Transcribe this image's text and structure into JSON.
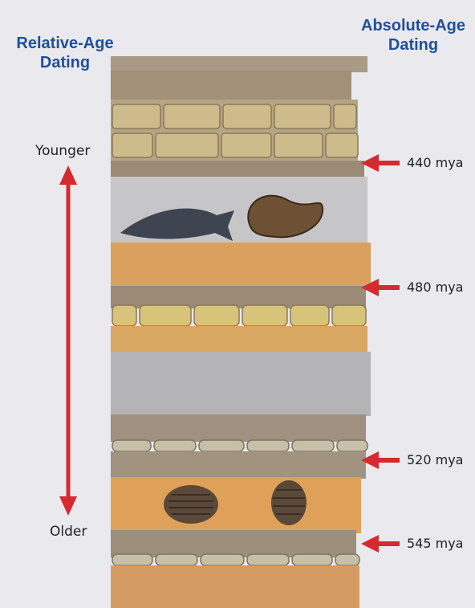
{
  "headings": {
    "relative_line1": "Relative-Age",
    "relative_line2": "Dating",
    "absolute_line1": "Absolute-Age",
    "absolute_line2": "Dating"
  },
  "relative_scale": {
    "top_label": "Younger",
    "bottom_label": "Older"
  },
  "age_markers": [
    {
      "label": "440 mya"
    },
    {
      "label": "480 mya"
    },
    {
      "label": "520 mya"
    },
    {
      "label": "545 mya"
    }
  ],
  "colors": {
    "heading_blue": "#1f4f9a",
    "arrow_red": "#d42a30",
    "orange_layer": "#d9a05e",
    "gray_layer": "#b4b4b6",
    "brown_layer": "#9b8a76",
    "cobble": "#cdbb8c"
  }
}
